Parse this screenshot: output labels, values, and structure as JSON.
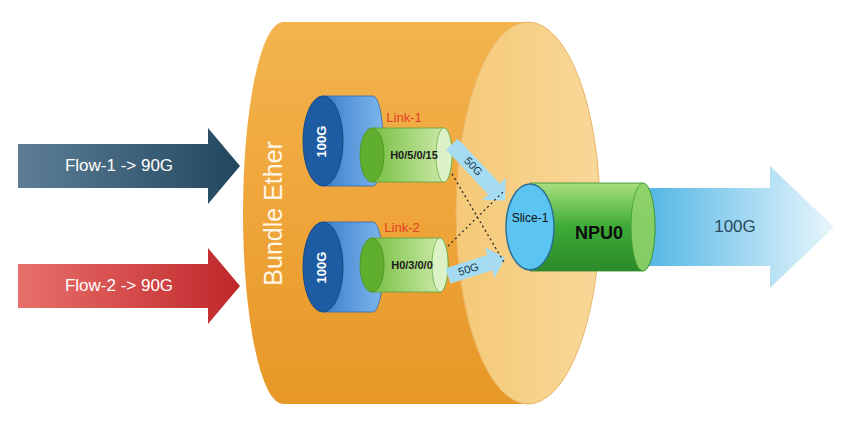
{
  "diagram": {
    "nodes": [
      {
        "text": [
          "Flow-1 -> 90G"
        ]
      },
      {
        "text": [
          "Flow-2 -> 90G"
        ]
      },
      {
        "text": [
          "Bundle Ether"
        ]
      },
      {
        "text": [
          "100G"
        ],
        "in": 2
      },
      {
        "text": [
          "Link-1",
          "H0/5/0/15"
        ],
        "in": 2
      },
      {
        "text": [
          "100G"
        ],
        "in": 2
      },
      {
        "text": [
          "Link-2",
          "H0/3/0/0"
        ],
        "in": 2
      },
      {
        "text": [
          "NPU0"
        ]
      },
      {
        "text": [
          "Slice-1"
        ],
        "in": 7
      },
      {
        "text": [
          "100G"
        ]
      }
    ],
    "edges": [
      {
        "from": 4,
        "to": 7,
        "arrow": "to",
        "label": "50G"
      },
      {
        "from": 6,
        "to": 7,
        "arrow": "to",
        "label": "50G"
      },
      {
        "from": 4,
        "to": 7,
        "arrow": "none"
      },
      {
        "from": 6,
        "to": 7,
        "arrow": "none"
      }
    ]
  }
}
